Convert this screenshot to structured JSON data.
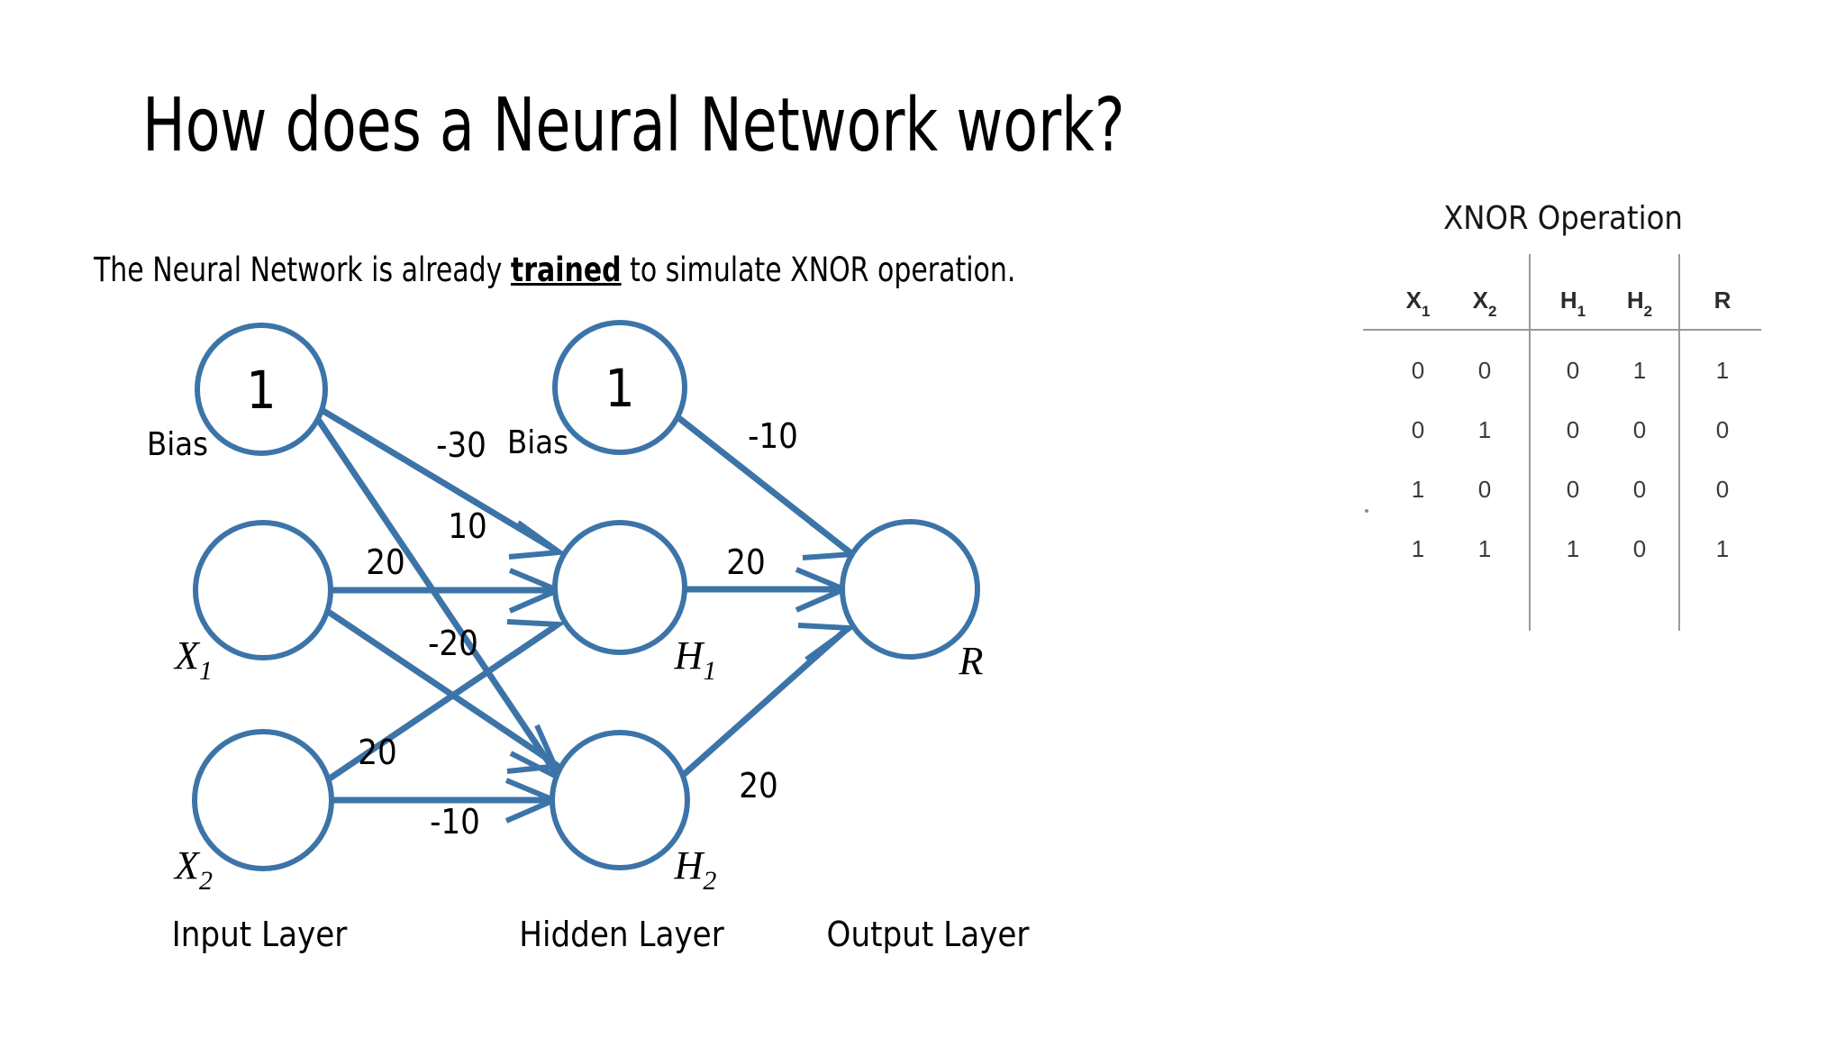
{
  "slide": {
    "title": "How does a Neural Network work?",
    "subtitle": {
      "before": "The Neural Network is already ",
      "emphasis": "trained",
      "after": " to simulate XNOR operation."
    },
    "accent_color": "#3C74A8",
    "text_color": "#000000"
  },
  "network": {
    "nodes": [
      {
        "id": "bias1",
        "value": "1",
        "caption": "Bias",
        "layer": "input"
      },
      {
        "id": "x1",
        "value": "",
        "caption": "X",
        "sub": "1",
        "layer": "input"
      },
      {
        "id": "x2",
        "value": "",
        "caption": "X",
        "sub": "2",
        "layer": "input"
      },
      {
        "id": "bias2",
        "value": "1",
        "caption": "Bias",
        "layer": "hidden"
      },
      {
        "id": "h1",
        "value": "",
        "caption": "H",
        "sub": "1",
        "layer": "hidden"
      },
      {
        "id": "h2",
        "value": "",
        "caption": "H",
        "sub": "2",
        "layer": "hidden"
      },
      {
        "id": "r",
        "value": "",
        "caption": "R",
        "sub": "",
        "layer": "output"
      }
    ],
    "node_values": {
      "bias1": "1",
      "bias2": "1"
    },
    "node_captions": {
      "bias1": "Bias",
      "bias2": "Bias",
      "x1": "X",
      "x1_sub": "1",
      "x2": "X",
      "x2_sub": "2",
      "h1": "H",
      "h1_sub": "1",
      "h2": "H",
      "h2_sub": "2",
      "r": "R"
    },
    "edges": [
      {
        "from": "bias1",
        "to": "h1",
        "weight": "-30"
      },
      {
        "from": "bias1",
        "to": "h2",
        "weight": "10"
      },
      {
        "from": "x1",
        "to": "h1",
        "weight": "20"
      },
      {
        "from": "x1",
        "to": "h2",
        "weight": "-20"
      },
      {
        "from": "x2",
        "to": "h1",
        "weight": "20"
      },
      {
        "from": "x2",
        "to": "h2",
        "weight": "-10"
      },
      {
        "from": "bias2",
        "to": "r",
        "weight": "-10"
      },
      {
        "from": "h1",
        "to": "r",
        "weight": "20"
      },
      {
        "from": "h2",
        "to": "r",
        "weight": "20"
      }
    ],
    "weights": {
      "bias1_h1": "-30",
      "bias1_h2": "10",
      "x1_h1": "20",
      "x1_h2": "-20",
      "x2_h1": "20",
      "x2_h2": "-10",
      "bias2_r": "-10",
      "h1_r": "20",
      "h2_r": "20"
    },
    "layer_labels": {
      "input": "Input Layer",
      "hidden": "Hidden Layer",
      "output": "Output Layer"
    }
  },
  "xnor_table": {
    "title": "XNOR Operation",
    "headers": [
      {
        "label": "X",
        "sub": "1"
      },
      {
        "label": "X",
        "sub": "2"
      },
      {
        "label": "H",
        "sub": "1"
      },
      {
        "label": "H",
        "sub": "2"
      },
      {
        "label": "R",
        "sub": ""
      }
    ],
    "header_cells": {
      "c0": "X",
      "c0s": "1",
      "c1": "X",
      "c1s": "2",
      "c2": "H",
      "c2s": "1",
      "c3": "H",
      "c3s": "2",
      "c4": "R",
      "c4s": ""
    },
    "rows": [
      [
        "0",
        "0",
        "0",
        "1",
        "1"
      ],
      [
        "0",
        "1",
        "0",
        "0",
        "0"
      ],
      [
        "1",
        "0",
        "0",
        "0",
        "0"
      ],
      [
        "1",
        "1",
        "1",
        "0",
        "1"
      ]
    ],
    "cells": {
      "r0c0": "0",
      "r0c1": "0",
      "r0c2": "0",
      "r0c3": "1",
      "r0c4": "1",
      "r1c0": "0",
      "r1c1": "1",
      "r1c2": "0",
      "r1c3": "0",
      "r1c4": "0",
      "r2c0": "1",
      "r2c1": "0",
      "r2c2": "0",
      "r2c3": "0",
      "r2c4": "0",
      "r3c0": "1",
      "r3c1": "1",
      "r3c2": "1",
      "r3c3": "0",
      "r3c4": "1"
    }
  }
}
